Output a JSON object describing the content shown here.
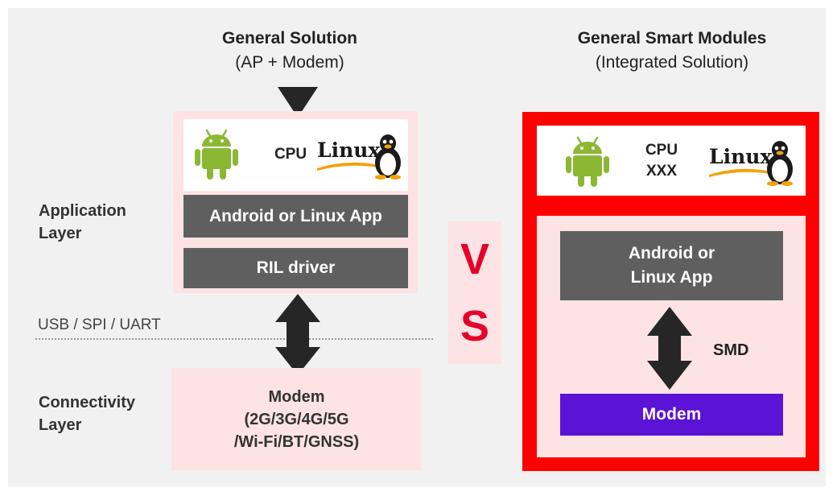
{
  "left": {
    "title": "General Solution",
    "subtitle": "(AP + Modem)",
    "cpu_label": "CPU",
    "linux_text": "Linux",
    "app_label": "Android or Linux App",
    "ril_label": "RIL driver",
    "modem_line1": "Modem",
    "modem_line2": "(2G/3G/4G/5G",
    "modem_line3": "/Wi-Fi/BT/GNSS)"
  },
  "labels": {
    "application_layer_1": "Application",
    "application_layer_2": "Layer",
    "connectivity_layer_1": "Connectivity",
    "connectivity_layer_2": "Layer",
    "interface": "USB / SPI / UART"
  },
  "vs": {
    "v": "V",
    "s": "S"
  },
  "right": {
    "title": "General Smart Modules",
    "subtitle": "(Integrated Solution)",
    "cpu_line1": "CPU",
    "cpu_line2": "XXX",
    "linux_text": "Linux",
    "app_line1": "Android or",
    "app_line2": "Linux App",
    "smd_label": "SMD",
    "modem_label": "Modem"
  },
  "colors": {
    "background": "#f1f1f1",
    "pink": "#fde3e3",
    "gray_box": "#5f5f5f",
    "red_frame": "#ff0000",
    "vs_red": "#e5002b",
    "modem_purple": "#5b13d6",
    "android_green": "#8ab833"
  }
}
